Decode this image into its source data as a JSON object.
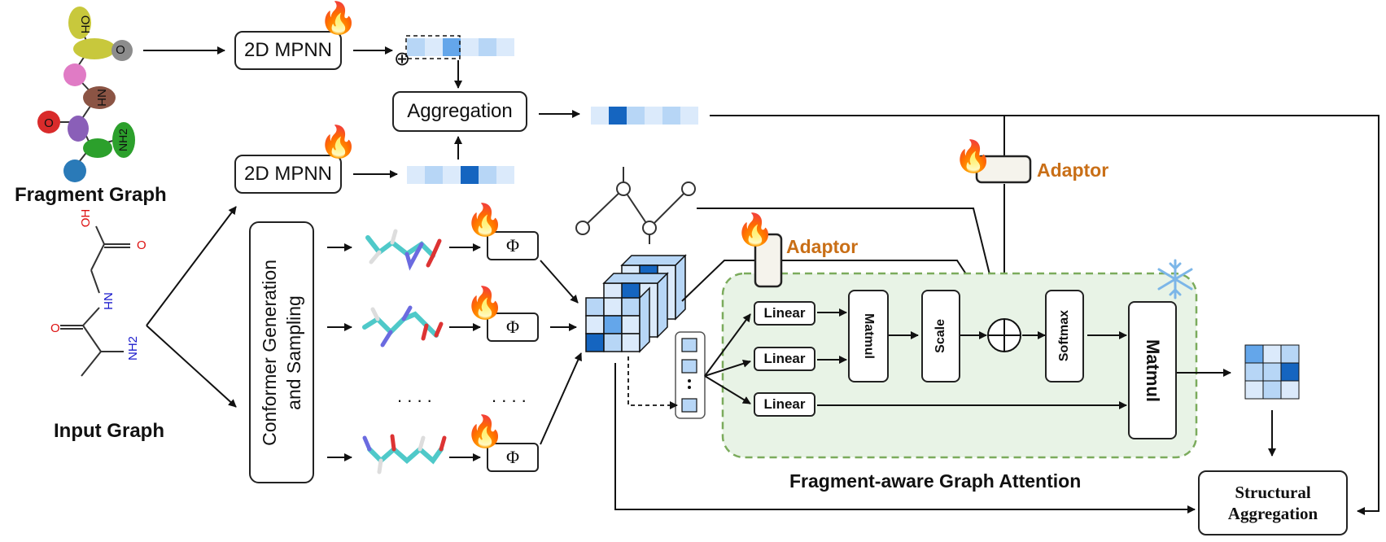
{
  "fragment_graph": {
    "title": "Fragment Graph",
    "atoms": [
      "OH",
      "O",
      "NH",
      "O",
      "NH2"
    ]
  },
  "input_graph": {
    "title": "Input Graph",
    "atoms": [
      "OH",
      "O",
      "NH",
      "O",
      "NH2"
    ]
  },
  "mpnn_top": "2D MPNN",
  "mpnn_bottom": "2D MPNN",
  "plus_symbol": "⊕",
  "aggregation": "Aggregation",
  "conformer": "Conformer Generation\nand Sampling",
  "conformer_line1": "Conformer Generation",
  "conformer_line2": "and Sampling",
  "phi": "Φ",
  "dots": ". . . .",
  "adaptor_top": "Adaptor",
  "adaptor_mid": "Adaptor",
  "attention": {
    "linear": [
      "Linear",
      "Linear",
      "Linear"
    ],
    "matmul_small": "Matmul",
    "scale": "Scale",
    "softmax": "Softmax",
    "matmul_big": "Matmul",
    "caption": "Fragment-aware Graph Attention"
  },
  "structural_aggregation": [
    "Structural",
    "Aggregation"
  ],
  "icons": {
    "trainable": "fire-icon",
    "frozen": "snowflake-icon"
  },
  "colors": {
    "blue_dark": "#1565c0",
    "blue_mid": "#64a6ea",
    "blue_light": "#b7d6f6",
    "blue_pale": "#dbeafb",
    "attention_bg": "#e8f3e6",
    "attention_border": "#7bab5c",
    "adaptor_text": "#c96f17"
  }
}
